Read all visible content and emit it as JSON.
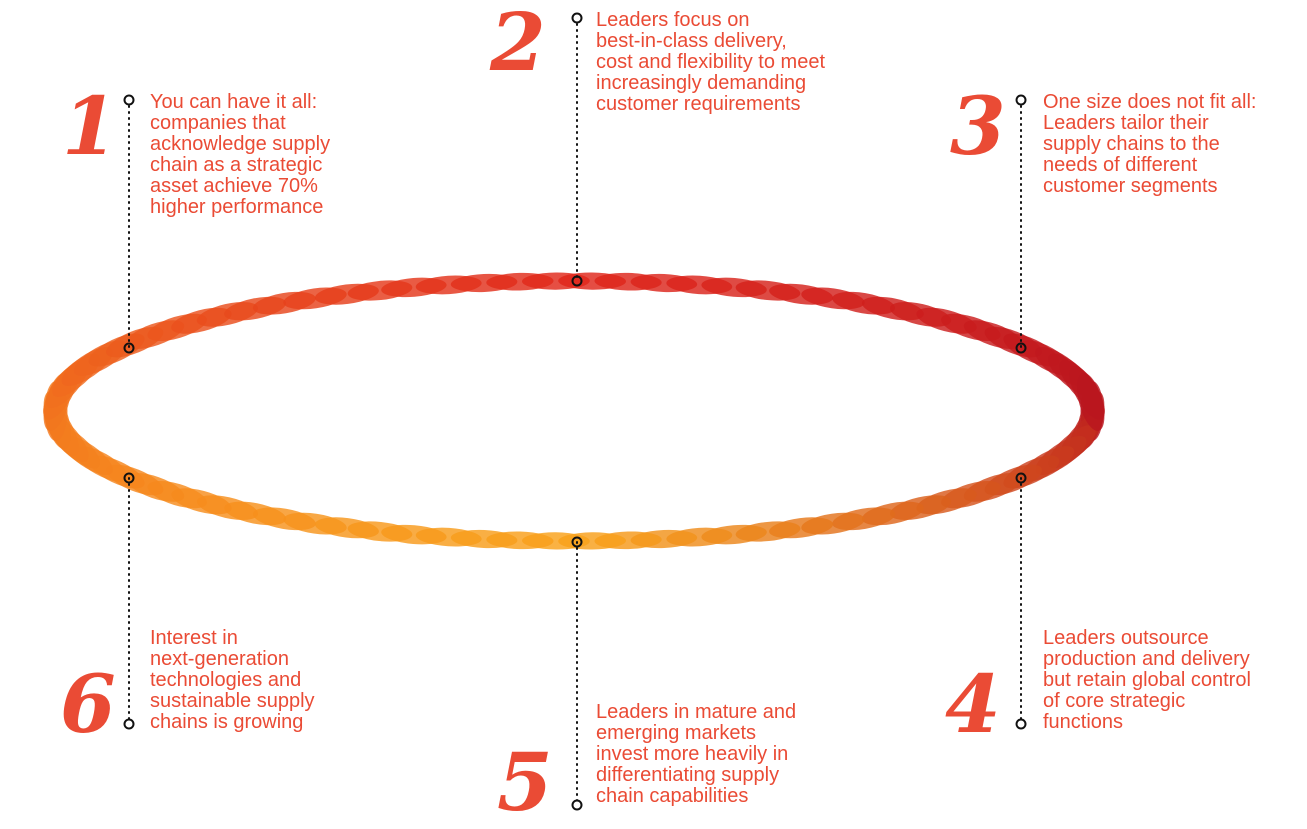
{
  "findings": [
    {
      "number": "1",
      "text": "You can have it all:\ncompanies that\nacknowledge supply\nchain as a strategic\nasset achieve 70%\nhigher performance"
    },
    {
      "number": "2",
      "text": "Leaders focus on\nbest-in-class delivery,\ncost and flexibility to meet\nincreasingly demanding\ncustomer requirements"
    },
    {
      "number": "3",
      "text": "One size does not fit all:\nLeaders tailor their\nsupply chains to the\nneeds of different\ncustomer segments"
    },
    {
      "number": "4",
      "text": "Leaders outsource\nproduction and delivery\nbut retain global control\nof core strategic\nfunctions"
    },
    {
      "number": "5",
      "text": "Leaders in mature and\nemerging markets\ninvest more heavily in\ndifferentiating supply\nchain capabilities"
    },
    {
      "number": "6",
      "text": "Interest in\nnext-generation\ntechnologies and\nsustainable supply\nchains is growing"
    }
  ],
  "colors": {
    "text": "#ea4b35",
    "ring_top": "#e0261a",
    "ring_right": "#b8151f",
    "ring_bottom": "#f9a21a",
    "ring_left": "#f37a1f",
    "connector": "#111111"
  }
}
